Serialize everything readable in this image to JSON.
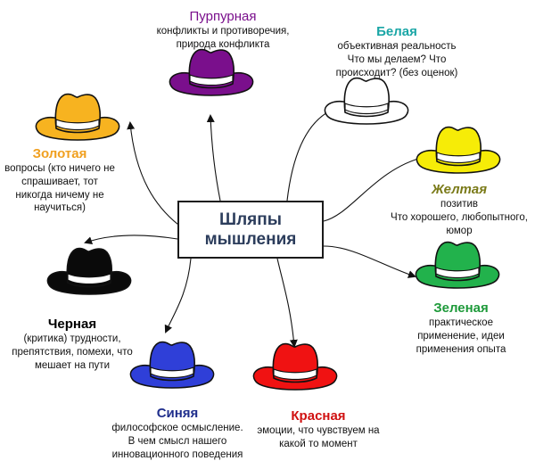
{
  "center": {
    "title": "Шляпы\nмышления"
  },
  "hats": [
    {
      "key": "purple",
      "title": "Пурпурная",
      "color": "#7a0f8c",
      "title_color": "#7a0f8c",
      "desc": "конфликты и противоречия,\nприрода конфликта"
    },
    {
      "key": "white",
      "title": "Белая",
      "color": "#ffffff",
      "title_color": "#1aa6a6",
      "desc": "объективная реальность\nЧто мы делаем? Что\nпроисходит? (без оценок)"
    },
    {
      "key": "gold",
      "title": "Золотая",
      "color": "#f7b320",
      "title_color": "#f0a020",
      "desc": "вопросы (кто ничего не\nспрашивает, тот\nникогда ничему не\nнаучиться)"
    },
    {
      "key": "yellow",
      "title": "Желтая",
      "color": "#f6ec07",
      "title_color": "#7a7a18",
      "desc": "позитив\nЧто хорошего, любопытного,\nюмор"
    },
    {
      "key": "black",
      "title": "Черная",
      "color": "#0a0a0a",
      "title_color": "#000000",
      "desc": "(критика) трудности,\nпрепятствия, помехи, что\nмешает на пути"
    },
    {
      "key": "green",
      "title": "Зеленая",
      "color": "#22b24c",
      "title_color": "#1e9a3a",
      "desc": "практическое\nприменение, идеи\nприменения опыта"
    },
    {
      "key": "blue",
      "title": "Синяя",
      "color": "#2f3fd8",
      "title_color": "#1f2e8c",
      "desc": "философское осмысление.\nВ чем смысл нашего\nинновационного поведения"
    },
    {
      "key": "red",
      "title": "Красная",
      "color": "#f01212",
      "title_color": "#d01010",
      "desc": "эмоции, что чувствуем на\nкакой то момент"
    }
  ]
}
